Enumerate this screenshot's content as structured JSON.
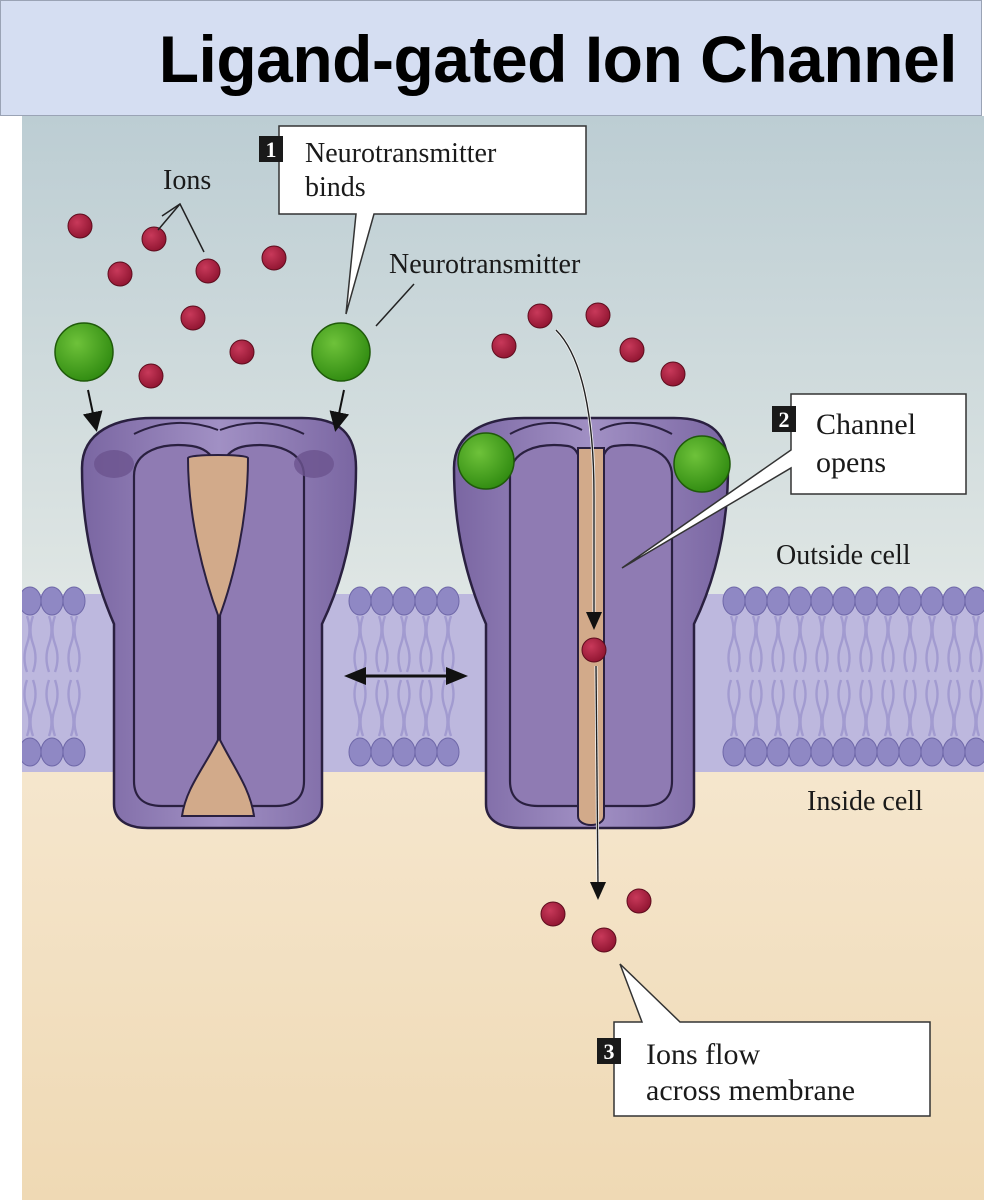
{
  "title": "Ligand-gated Ion Channel",
  "labels": {
    "ions": "Ions",
    "neurotransmitter": "Neurotransmitter",
    "outside_cell": "Outside cell",
    "inside_cell": "Inside cell"
  },
  "steps": [
    {
      "number": "1",
      "lines": [
        "Neurotransmitter",
        "binds"
      ]
    },
    {
      "number": "2",
      "lines": [
        "Channel",
        "opens"
      ]
    },
    {
      "number": "3",
      "lines": [
        "Ions flow",
        "across membrane"
      ]
    }
  ],
  "colors": {
    "title_band": "#d5def2",
    "outside_top": "#bccdd3",
    "outside_bottom": "#dfe6e4",
    "inside": "#f1dfbe",
    "membrane": "#b9b4dc",
    "lipid_head": "#8f88c4",
    "channel": "#8d78b0",
    "pore": "#d2aa8a",
    "ion": "#a8203a",
    "neurotransmitter": "#3f9a1c"
  }
}
